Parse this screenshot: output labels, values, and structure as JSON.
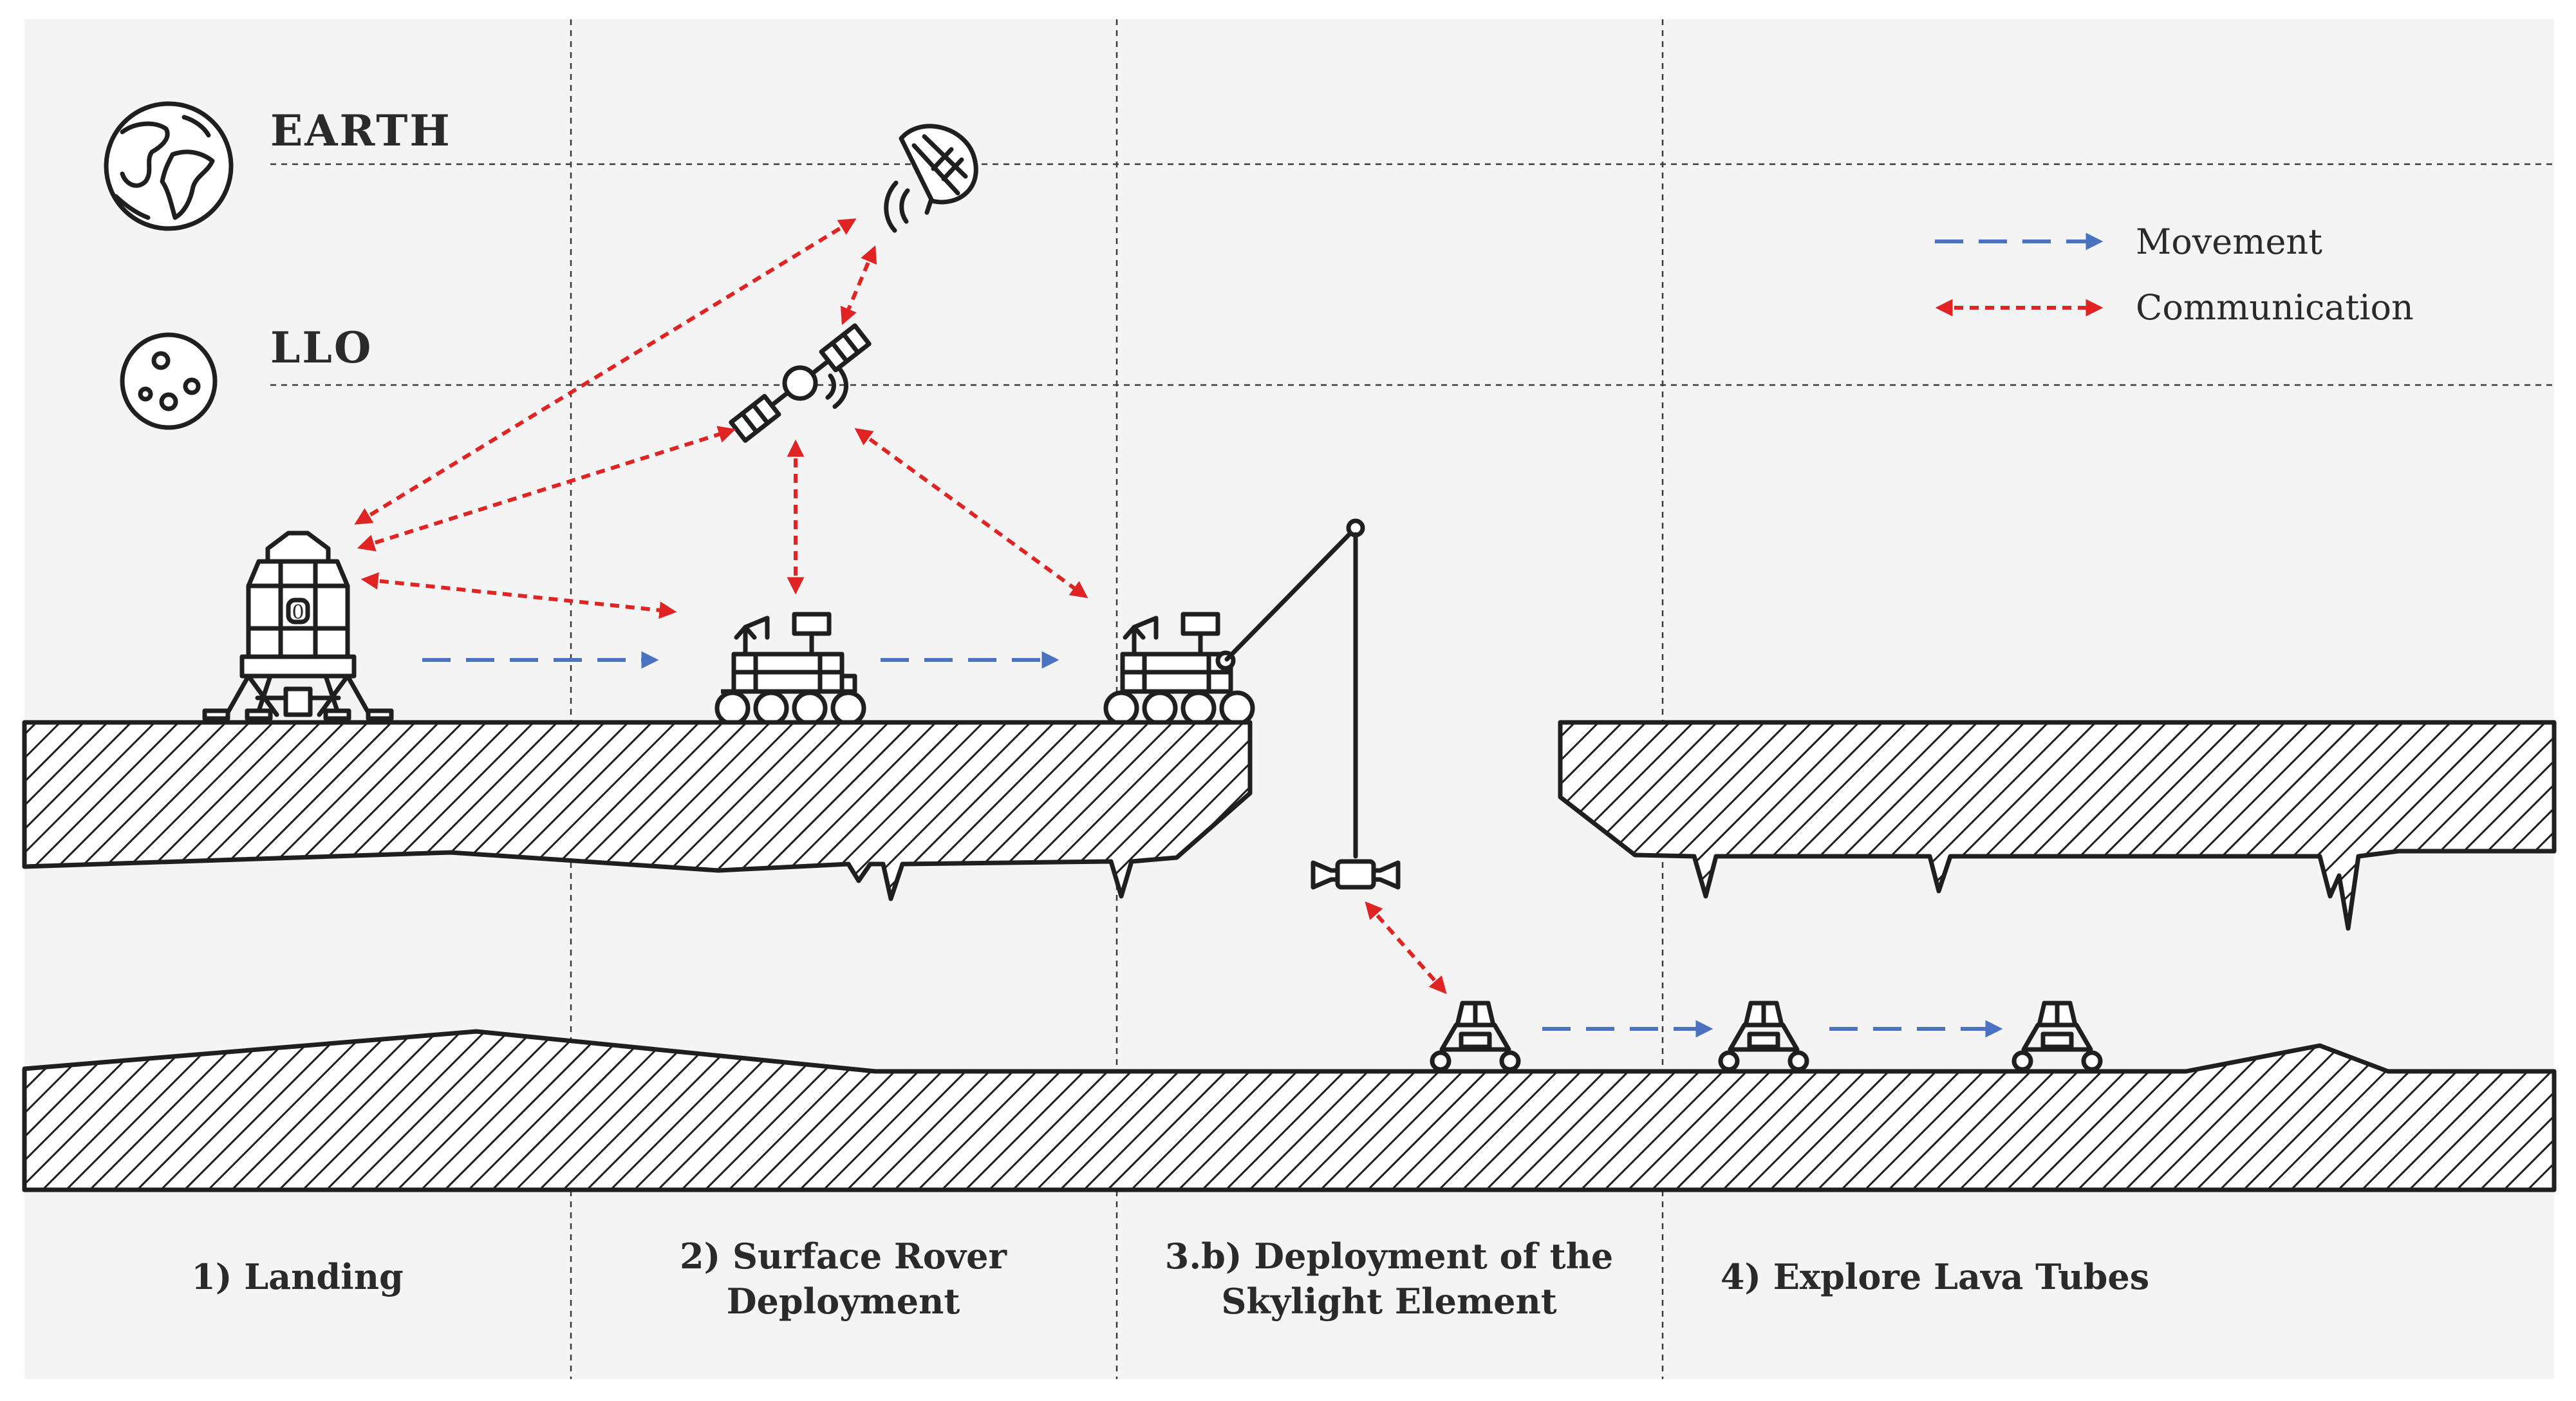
{
  "levels": {
    "earth_label": "EARTH",
    "llo_label": "LLO"
  },
  "legend": {
    "movement_label": "Movement",
    "communication_label": "Communication",
    "colors": {
      "movement": "#4a72c0",
      "communication": "#e02424"
    }
  },
  "phases": {
    "landing": {
      "line1": "1) Landing"
    },
    "rover": {
      "line1": "2) Surface Rover",
      "line2": "Deployment"
    },
    "skylight": {
      "line1": "3.b) Deployment of the",
      "line2": "Skylight Element"
    },
    "explore": {
      "line1": "4) Explore Lava Tubes"
    }
  },
  "icons": [
    "earth-globe-icon",
    "moon-icon",
    "ground-antenna-icon",
    "orbiter-satellite-icon",
    "lander-icon",
    "rover-icon",
    "crane-rover-icon",
    "skylight-element-icon",
    "tube-robot-icon"
  ],
  "lander_badge": "0"
}
